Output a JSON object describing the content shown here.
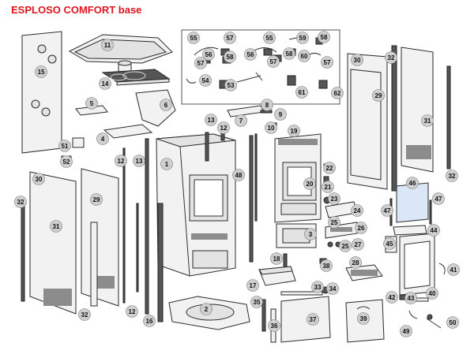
{
  "title": "ESPLOSO COMFORT base",
  "part_numbers": [
    "1",
    "2",
    "3",
    "4",
    "5",
    "6",
    "7",
    "8",
    "9",
    "10",
    "11",
    "12",
    "13",
    "14",
    "15",
    "16",
    "17",
    "18",
    "19",
    "20",
    "21",
    "22",
    "23",
    "24",
    "25",
    "26",
    "27",
    "28",
    "29",
    "30",
    "31",
    "32",
    "33",
    "34",
    "35",
    "36",
    "37",
    "38",
    "39",
    "40",
    "41",
    "42",
    "43",
    "44",
    "45",
    "46",
    "47",
    "48",
    "49",
    "50",
    "51",
    "52",
    "53",
    "54",
    "55",
    "56",
    "57",
    "58",
    "59",
    "60",
    "61",
    "62"
  ]
}
